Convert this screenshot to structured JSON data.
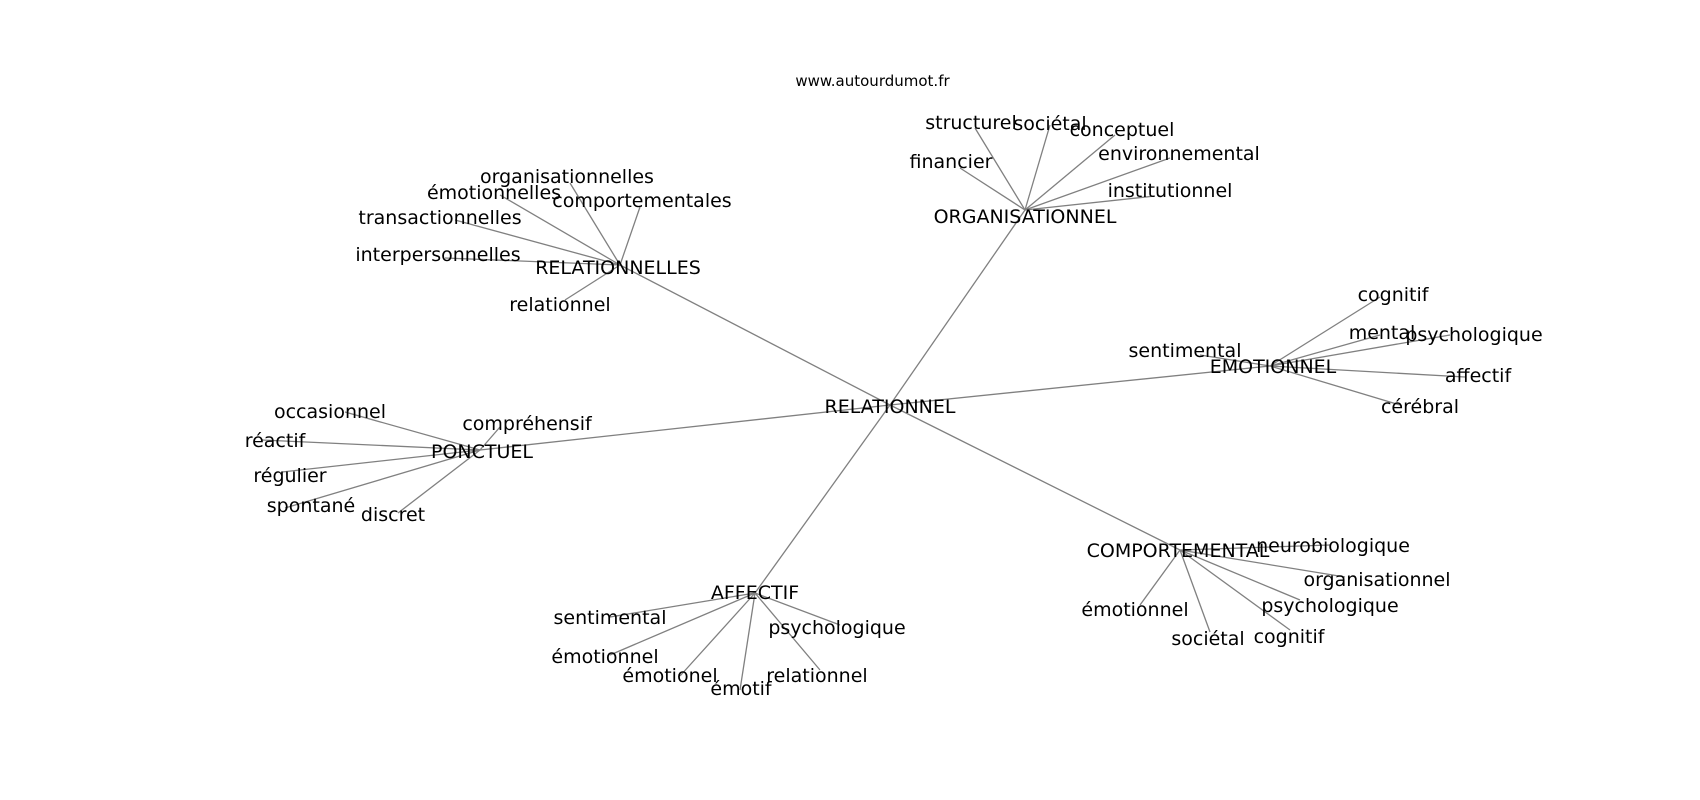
{
  "site": "www.autourdumot.fr",
  "graph": {
    "root": "RELATIONNEL",
    "branches": [
      {
        "label": "ORGANISATIONNEL",
        "children": [
          "structurel",
          "sociétal",
          "conceptuel",
          "financier",
          "environnemental",
          "institutionnel"
        ]
      },
      {
        "label": "RELATIONNELLES",
        "children": [
          "organisationnelles",
          "émotionnelles",
          "comportementales",
          "transactionnelles",
          "interpersonnelles",
          "relationnel"
        ]
      },
      {
        "label": "EMOTIONNEL",
        "children": [
          "cognitif",
          "mental",
          "psychologique",
          "sentimental",
          "affectif",
          "cérébral"
        ]
      },
      {
        "label": "PONCTUEL",
        "children": [
          "occasionnel",
          "compréhensif",
          "réactif",
          "régulier",
          "spontané",
          "discret"
        ]
      },
      {
        "label": "COMPORTEMENTAL",
        "children": [
          "neurobiologique",
          "organisationnel",
          "psychologique",
          "émotionnel",
          "cognitif",
          "sociétal"
        ]
      },
      {
        "label": "AFFECTIF",
        "children": [
          "sentimental",
          "psychologique",
          "émotionnel",
          "émotionel",
          "relationnel",
          "émotif"
        ]
      }
    ]
  }
}
